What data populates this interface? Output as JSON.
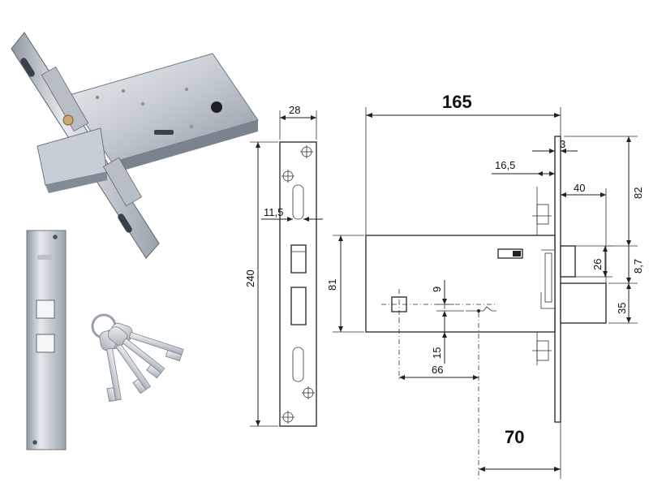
{
  "dimensions": {
    "d165": "165",
    "d28": "28",
    "d3": "3",
    "d16_5": "16,5",
    "d40": "40",
    "d82": "82",
    "d11_5": "11,5",
    "d240": "240",
    "d81": "81",
    "d26": "26",
    "d8_7": "8,7",
    "d35": "35",
    "d9": "9",
    "d15": "15",
    "d66": "66",
    "d70": "70"
  },
  "photos": {
    "lock": "mortise-lock-photo",
    "strike": "strike-plate-photo",
    "keys": "keys-photo"
  },
  "colors": {
    "metal_light": "#d9dde2",
    "metal_mid": "#a9b0b8",
    "metal_dark": "#6d7782",
    "line": "#222222"
  }
}
